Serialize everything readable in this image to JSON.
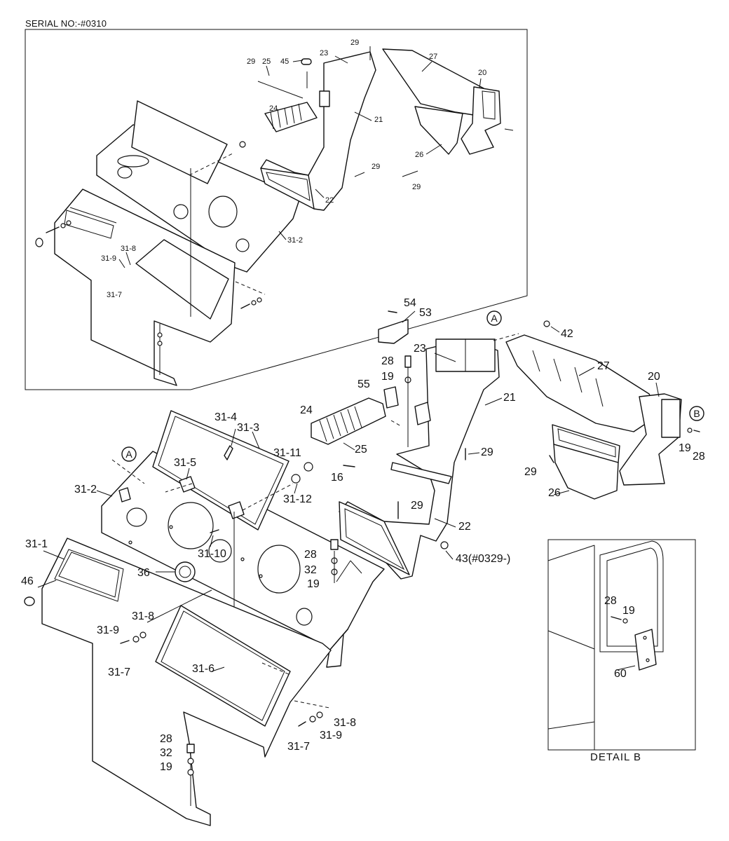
{
  "header": {
    "serial": "SERIAL NO:-#0310"
  },
  "detail": {
    "caption": "DETAIL  B"
  },
  "refs": {
    "a": "A",
    "b": "B"
  },
  "inset_callouts": [
    {
      "id": "i29a",
      "text": "29"
    },
    {
      "id": "i25",
      "text": "25"
    },
    {
      "id": "i45",
      "text": "45"
    },
    {
      "id": "i23",
      "text": "23"
    },
    {
      "id": "i29b",
      "text": "29"
    },
    {
      "id": "i27",
      "text": "27"
    },
    {
      "id": "i20",
      "text": "20"
    },
    {
      "id": "i24",
      "text": "24"
    },
    {
      "id": "i21",
      "text": "21"
    },
    {
      "id": "i26",
      "text": "26"
    },
    {
      "id": "i29c",
      "text": "29"
    },
    {
      "id": "i29d",
      "text": "29"
    },
    {
      "id": "i22",
      "text": "22"
    },
    {
      "id": "i31-2",
      "text": "31-2"
    },
    {
      "id": "i31-8",
      "text": "31-8"
    },
    {
      "id": "i31-9",
      "text": "31-9"
    },
    {
      "id": "i31-7",
      "text": "31-7"
    }
  ],
  "main_callouts": [
    {
      "id": "m54",
      "text": "54"
    },
    {
      "id": "m53",
      "text": "53"
    },
    {
      "id": "m42",
      "text": "42"
    },
    {
      "id": "m23",
      "text": "23"
    },
    {
      "id": "m28a",
      "text": "28"
    },
    {
      "id": "m27",
      "text": "27"
    },
    {
      "id": "m19a",
      "text": "19"
    },
    {
      "id": "m20",
      "text": "20"
    },
    {
      "id": "m55",
      "text": "55"
    },
    {
      "id": "m21",
      "text": "21"
    },
    {
      "id": "m24",
      "text": "24"
    },
    {
      "id": "m25",
      "text": "25"
    },
    {
      "id": "m29a",
      "text": "29"
    },
    {
      "id": "m19b",
      "text": "19"
    },
    {
      "id": "m28b",
      "text": "28"
    },
    {
      "id": "m16",
      "text": "16"
    },
    {
      "id": "m29b",
      "text": "29"
    },
    {
      "id": "m26",
      "text": "26"
    },
    {
      "id": "m29c",
      "text": "29"
    },
    {
      "id": "m22",
      "text": "22"
    },
    {
      "id": "m43",
      "text": "43(#0329-)"
    },
    {
      "id": "m31-4",
      "text": "31-4"
    },
    {
      "id": "m31-3",
      "text": "31-3"
    },
    {
      "id": "m31-11",
      "text": "31-11"
    },
    {
      "id": "m31-5",
      "text": "31-5"
    },
    {
      "id": "m31-2",
      "text": "31-2"
    },
    {
      "id": "m31-12",
      "text": "31-12"
    },
    {
      "id": "m31-10",
      "text": "31-10"
    },
    {
      "id": "m28c",
      "text": "28"
    },
    {
      "id": "m32a",
      "text": "32"
    },
    {
      "id": "m19c",
      "text": "19"
    },
    {
      "id": "m31-1",
      "text": "31-1"
    },
    {
      "id": "m36",
      "text": "36"
    },
    {
      "id": "m46",
      "text": "46"
    },
    {
      "id": "m31-8a",
      "text": "31-8"
    },
    {
      "id": "m31-9a",
      "text": "31-9"
    },
    {
      "id": "m31-7a",
      "text": "31-7"
    },
    {
      "id": "m31-6",
      "text": "31-6"
    },
    {
      "id": "m31-8b",
      "text": "31-8"
    },
    {
      "id": "m31-9b",
      "text": "31-9"
    },
    {
      "id": "m31-7b",
      "text": "31-7"
    },
    {
      "id": "m28d",
      "text": "28"
    },
    {
      "id": "m32b",
      "text": "32"
    },
    {
      "id": "m19d",
      "text": "19"
    }
  ],
  "detail_callouts": [
    {
      "id": "d28",
      "text": "28"
    },
    {
      "id": "d19",
      "text": "19"
    },
    {
      "id": "d60",
      "text": "60"
    }
  ]
}
